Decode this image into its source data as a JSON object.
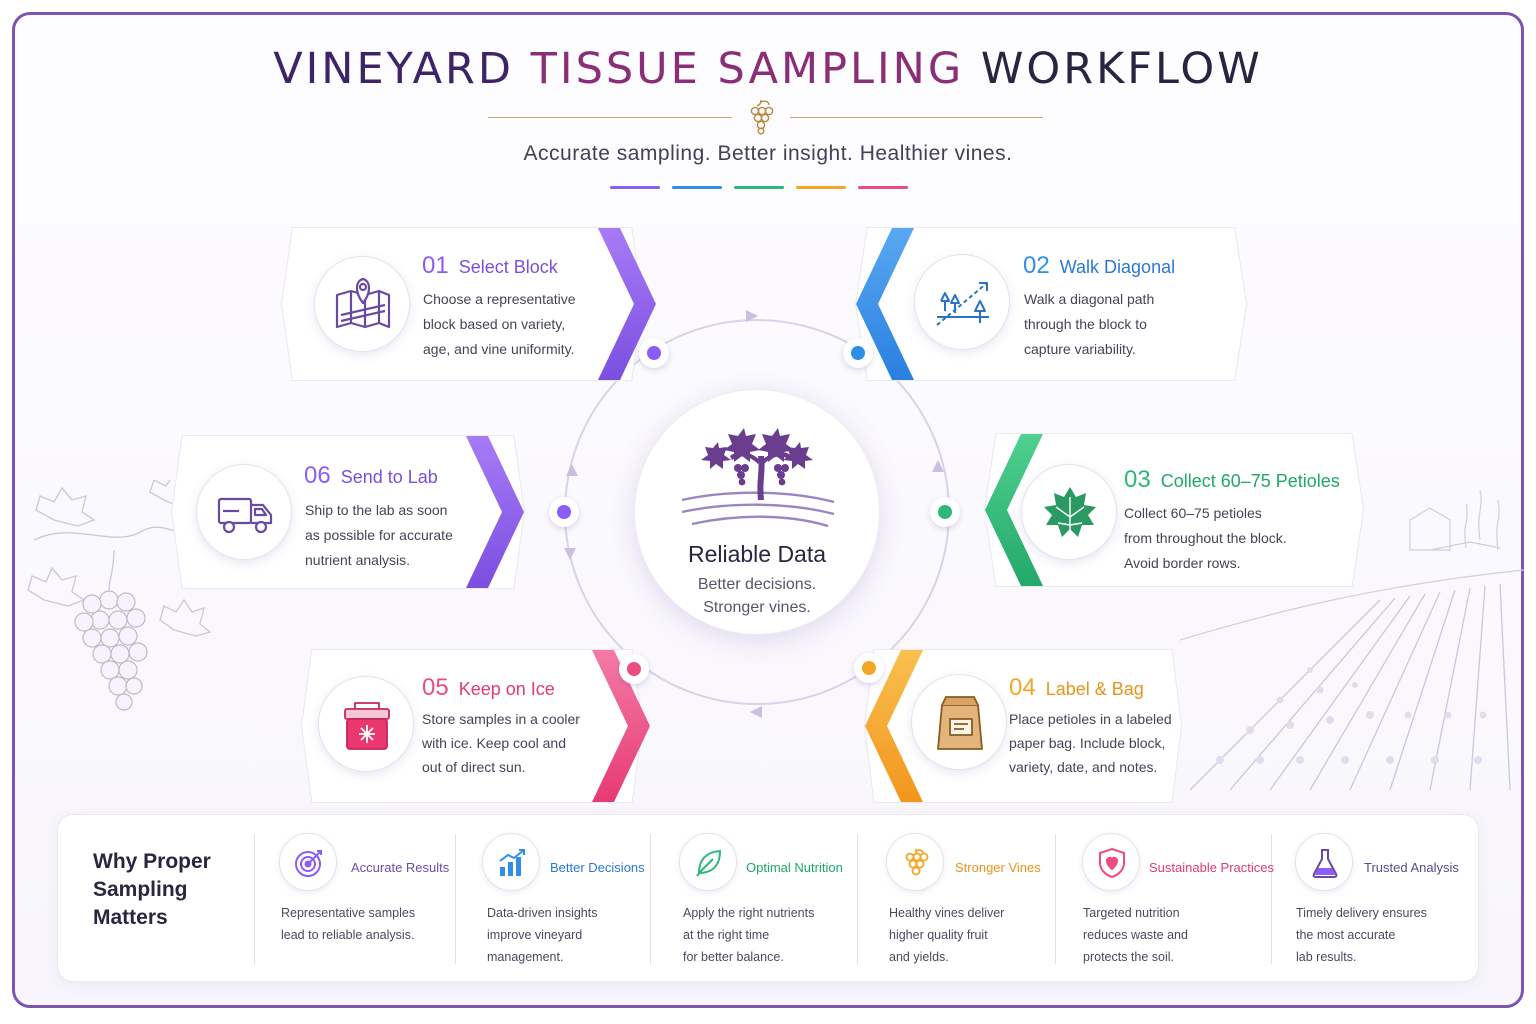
{
  "header": {
    "title_part1": "VINEYARD",
    "title_part2": "TISSUE SAMPLING",
    "title_part3": "WORKFLOW",
    "subtitle": "Accurate sampling. Better insight. Healthier vines.",
    "swatch_colors": [
      "#8b5cf6",
      "#2f8fe6",
      "#2db87a",
      "#f5a623",
      "#ec4c83"
    ]
  },
  "center": {
    "title": "Reliable Data",
    "line1": "Better decisions.",
    "line2": "Stronger vines."
  },
  "steps": [
    {
      "num": "01",
      "title": "Select Block",
      "color": "#8b5cf6",
      "lines": [
        "Choose a representative",
        "block based on variety,",
        "age, and vine uniformity."
      ],
      "icon": "map-pin-icon"
    },
    {
      "num": "02",
      "title": "Walk Diagonal",
      "color": "#2f8fe6",
      "lines": [
        "Walk a diagonal path",
        "through the block to",
        "capture variability."
      ],
      "icon": "diagonal-path-icon"
    },
    {
      "num": "03",
      "title": "Collect 60–75 Petioles",
      "color": "#2db87a",
      "lines": [
        "Collect 60–75 petioles",
        "from throughout the block.",
        "Avoid border rows."
      ],
      "icon": "grape-leaf-icon"
    },
    {
      "num": "04",
      "title": "Label & Bag",
      "color": "#f5a623",
      "lines": [
        "Place petioles in a labeled",
        "paper bag. Include block,",
        "variety, date, and notes."
      ],
      "icon": "paper-bag-icon"
    },
    {
      "num": "05",
      "title": "Keep on Ice",
      "color": "#ec4c83",
      "lines": [
        "Store samples in a cooler",
        "with ice. Keep cool and",
        "out of direct sun."
      ],
      "icon": "cooler-icon"
    },
    {
      "num": "06",
      "title": "Send to Lab",
      "color": "#8b5cf6",
      "lines": [
        "Ship to the lab as soon",
        "as possible for accurate",
        "nutrient analysis."
      ],
      "icon": "truck-icon"
    }
  ],
  "benefits": {
    "heading": [
      "Why Proper",
      "Sampling",
      "Matters"
    ],
    "items": [
      {
        "title": "Accurate Results",
        "color": "#8b5cf6",
        "icon": "target-icon",
        "lines": [
          "Representative samples",
          "lead to reliable analysis."
        ]
      },
      {
        "title": "Better Decisions",
        "color": "#2f8fe6",
        "icon": "bar-chart-icon",
        "lines": [
          "Data-driven insights",
          "improve vineyard",
          "management."
        ]
      },
      {
        "title": "Optimal Nutrition",
        "color": "#2db87a",
        "icon": "leaf-icon",
        "lines": [
          "Apply the right nutrients",
          "at the right time",
          "for better balance."
        ]
      },
      {
        "title": "Stronger Vines",
        "color": "#f5a623",
        "icon": "grapes-icon",
        "lines": [
          "Healthy vines deliver",
          "higher quality fruit",
          "and yields."
        ]
      },
      {
        "title": "Sustainable Practices",
        "color": "#ec4c83",
        "icon": "shield-heart-icon",
        "lines": [
          "Targeted nutrition",
          "reduces waste and",
          "protects the soil."
        ]
      },
      {
        "title": "Trusted Analysis",
        "color": "#8b5cf6",
        "icon": "flask-icon",
        "lines": [
          "Timely delivery ensures",
          "the most accurate",
          "lab results."
        ]
      }
    ]
  }
}
